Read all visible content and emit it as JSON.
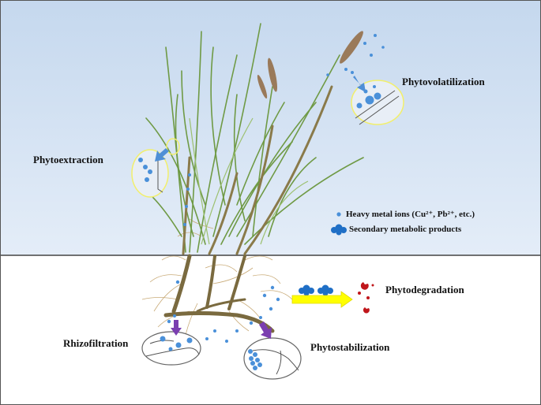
{
  "labels": {
    "phytovolatilization": "Phytovolatilization",
    "phytoextraction": "Phytoextraction",
    "phytodegradation": "Phytodegradation",
    "rhizofiltration": "Rhizofiltration",
    "phytostabilization": "Phytostabilization"
  },
  "legend": {
    "heavy_metal_ions": "Heavy metal ions (Cu²⁺, Pb²⁺, etc.)",
    "secondary_metabolic_products": "Secondary metabolic products"
  },
  "colors": {
    "sky_top": "#c6d9ee",
    "sky_bottom": "#e6eef8",
    "soil": "#ffffff",
    "ion": "#4a90d9",
    "metabolite": "#1f6fc6",
    "highlight_circle": "#f2ef6b",
    "arrow_blue": "#4f8fd6",
    "arrow_purple": "#7b3fb0",
    "arrow_yellow": "#ffff00",
    "degraded_fragment": "#c0161b",
    "grass": "#6f9a45",
    "stem": "#8a7a4a",
    "root": "#b59a6a"
  }
}
